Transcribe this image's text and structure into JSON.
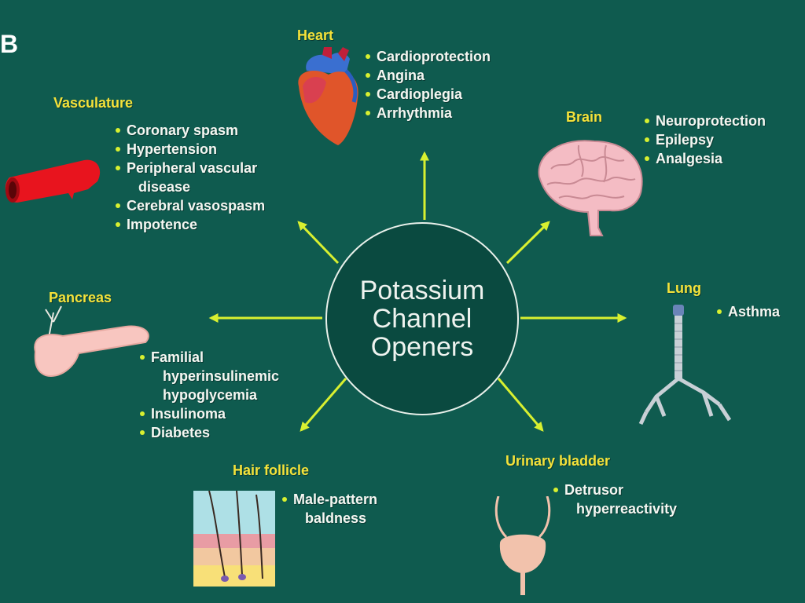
{
  "panel_letter": "B",
  "center": {
    "lines": [
      "Potassium",
      "Channel",
      "Openers"
    ]
  },
  "colors": {
    "background": "#0f5b4f",
    "circle": "#0a4a40",
    "title": "#f4e23a",
    "arrow": "#d8f030",
    "bullet_text": "#f5f7f2"
  },
  "organs": {
    "heart": {
      "title": "Heart",
      "icon": "heart-icon",
      "items": [
        "Cardioprotection",
        "Angina",
        "Cardioplegia",
        "Arrhythmia"
      ]
    },
    "vasculature": {
      "title": "Vasculature",
      "icon": "blood-vessel-icon",
      "items": [
        "Coronary spasm",
        "Hypertension",
        "Peripheral vascular\n   disease",
        "Cerebral vasospasm",
        "Impotence"
      ]
    },
    "brain": {
      "title": "Brain",
      "icon": "brain-icon",
      "items": [
        "Neuroprotection",
        "Epilepsy",
        "Analgesia"
      ]
    },
    "pancreas": {
      "title": "Pancreas",
      "icon": "pancreas-icon",
      "items": [
        "Familial\n   hyperinsulinemic\n   hypoglycemia",
        "Insulinoma",
        "Diabetes"
      ]
    },
    "lung": {
      "title": "Lung",
      "icon": "lung-airway-icon",
      "items": [
        "Asthma"
      ]
    },
    "hair_follicle": {
      "title": "Hair follicle",
      "icon": "hair-follicle-icon",
      "items": [
        "Male-pattern\n   baldness"
      ]
    },
    "urinary_bladder": {
      "title": "Urinary bladder",
      "icon": "bladder-icon",
      "items": [
        "Detrusor\n   hyperreactivity"
      ]
    }
  }
}
